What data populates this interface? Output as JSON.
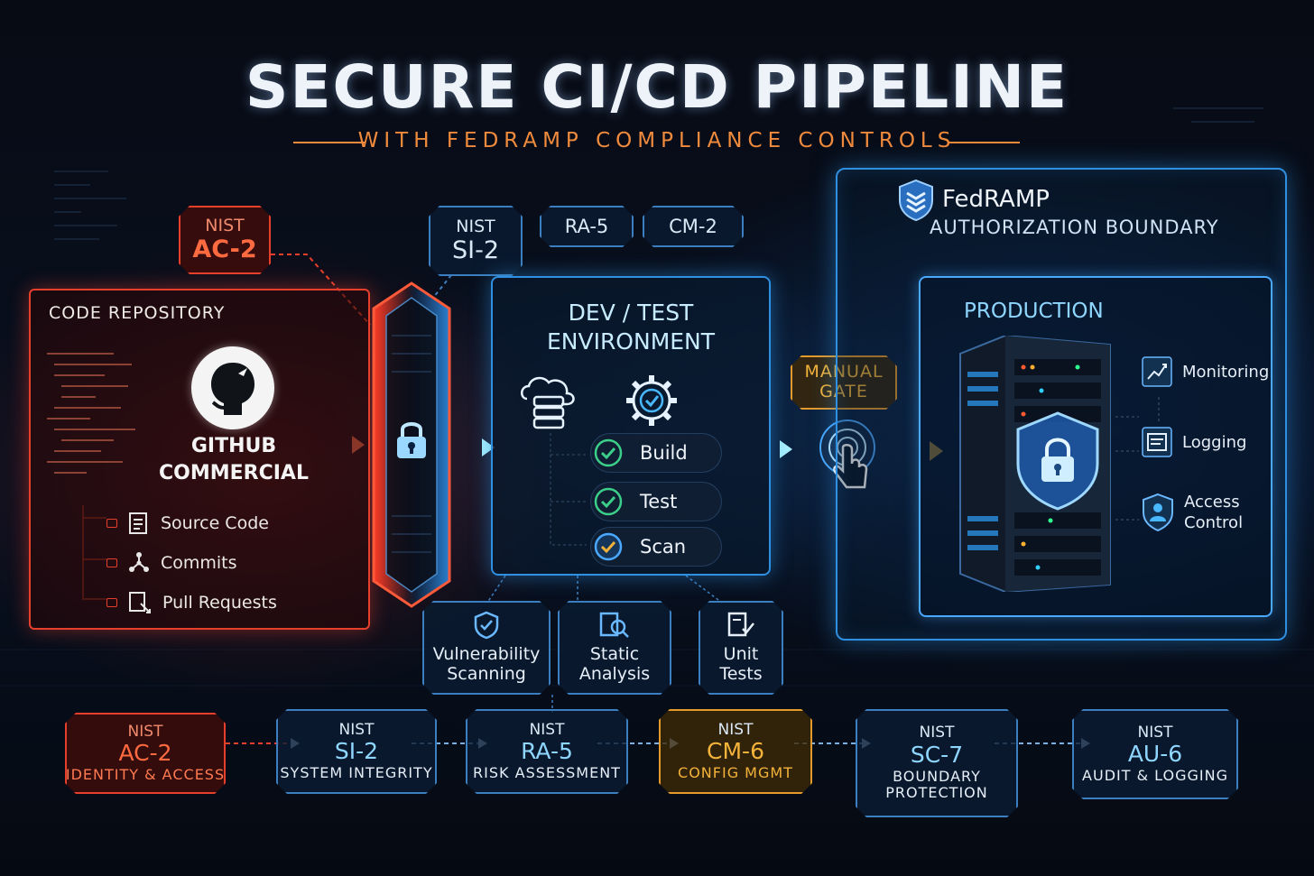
{
  "title": "SECURE CI/CD PIPELINE",
  "subtitle": "WITH FEDRAMP COMPLIANCE CONTROLS",
  "top_tags": {
    "repo_control": {
      "prefix": "NIST",
      "code": "AC-2"
    },
    "gate_control": {
      "prefix": "NIST",
      "code": "SI-2"
    },
    "ra": "RA-5",
    "cm": "CM-2"
  },
  "repository": {
    "label": "CODE REPOSITORY",
    "name_line1": "GITHUB",
    "name_line2": "COMMERCIAL",
    "items": [
      "Source Code",
      "Commits",
      "Pull Requests"
    ]
  },
  "devtest": {
    "title_line1": "DEV / TEST",
    "title_line2": "ENVIRONMENT",
    "steps": [
      "Build",
      "Test",
      "Scan"
    ]
  },
  "tools": [
    {
      "line1": "Vulnerability",
      "line2": "Scanning",
      "icon": "shield-check-icon"
    },
    {
      "line1": "Static",
      "line2": "Analysis",
      "icon": "magnifier-document-icon"
    },
    {
      "line1": "Unit",
      "line2": "Tests",
      "icon": "checklist-icon"
    }
  ],
  "manual_gate": {
    "line1": "MANUAL",
    "line2": "GATE"
  },
  "fedramp": {
    "title": "FedRAMP",
    "subtitle": "AUTHORIZATION BOUNDARY",
    "production": "PRODUCTION",
    "features": [
      {
        "line1": "Monitoring",
        "line2": "",
        "icon": "chart-icon"
      },
      {
        "line1": "Logging",
        "line2": "",
        "icon": "log-icon"
      },
      {
        "line1": "Access",
        "line2": "Control",
        "icon": "user-shield-icon"
      }
    ]
  },
  "controls": [
    {
      "prefix": "NIST",
      "code": "AC-2",
      "line1": "IDENTITY & ACCESS",
      "line2": "",
      "color": "#e6402c"
    },
    {
      "prefix": "NIST",
      "code": "SI-2",
      "line1": "SYSTEM INTEGRITY",
      "line2": "",
      "color": "#3c7fc0"
    },
    {
      "prefix": "NIST",
      "code": "RA-5",
      "line1": "RISK ASSESSMENT",
      "line2": "",
      "color": "#3c7fc0"
    },
    {
      "prefix": "NIST",
      "code": "CM-6",
      "line1": "CONFIG MGMT",
      "line2": "",
      "color": "#e39a2a"
    },
    {
      "prefix": "NIST",
      "code": "SC-7",
      "line1": "BOUNDARY",
      "line2": "PROTECTION",
      "color": "#3c7fc0"
    },
    {
      "prefix": "NIST",
      "code": "AU-6",
      "line1": "AUDIT & LOGGING",
      "line2": "",
      "color": "#3c7fc0"
    }
  ],
  "colors": {
    "red": "#e6402c",
    "blue": "#3c7fc0",
    "cyan": "#5fd0ff",
    "gold": "#e39a2a",
    "orange": "#f08a3c"
  }
}
